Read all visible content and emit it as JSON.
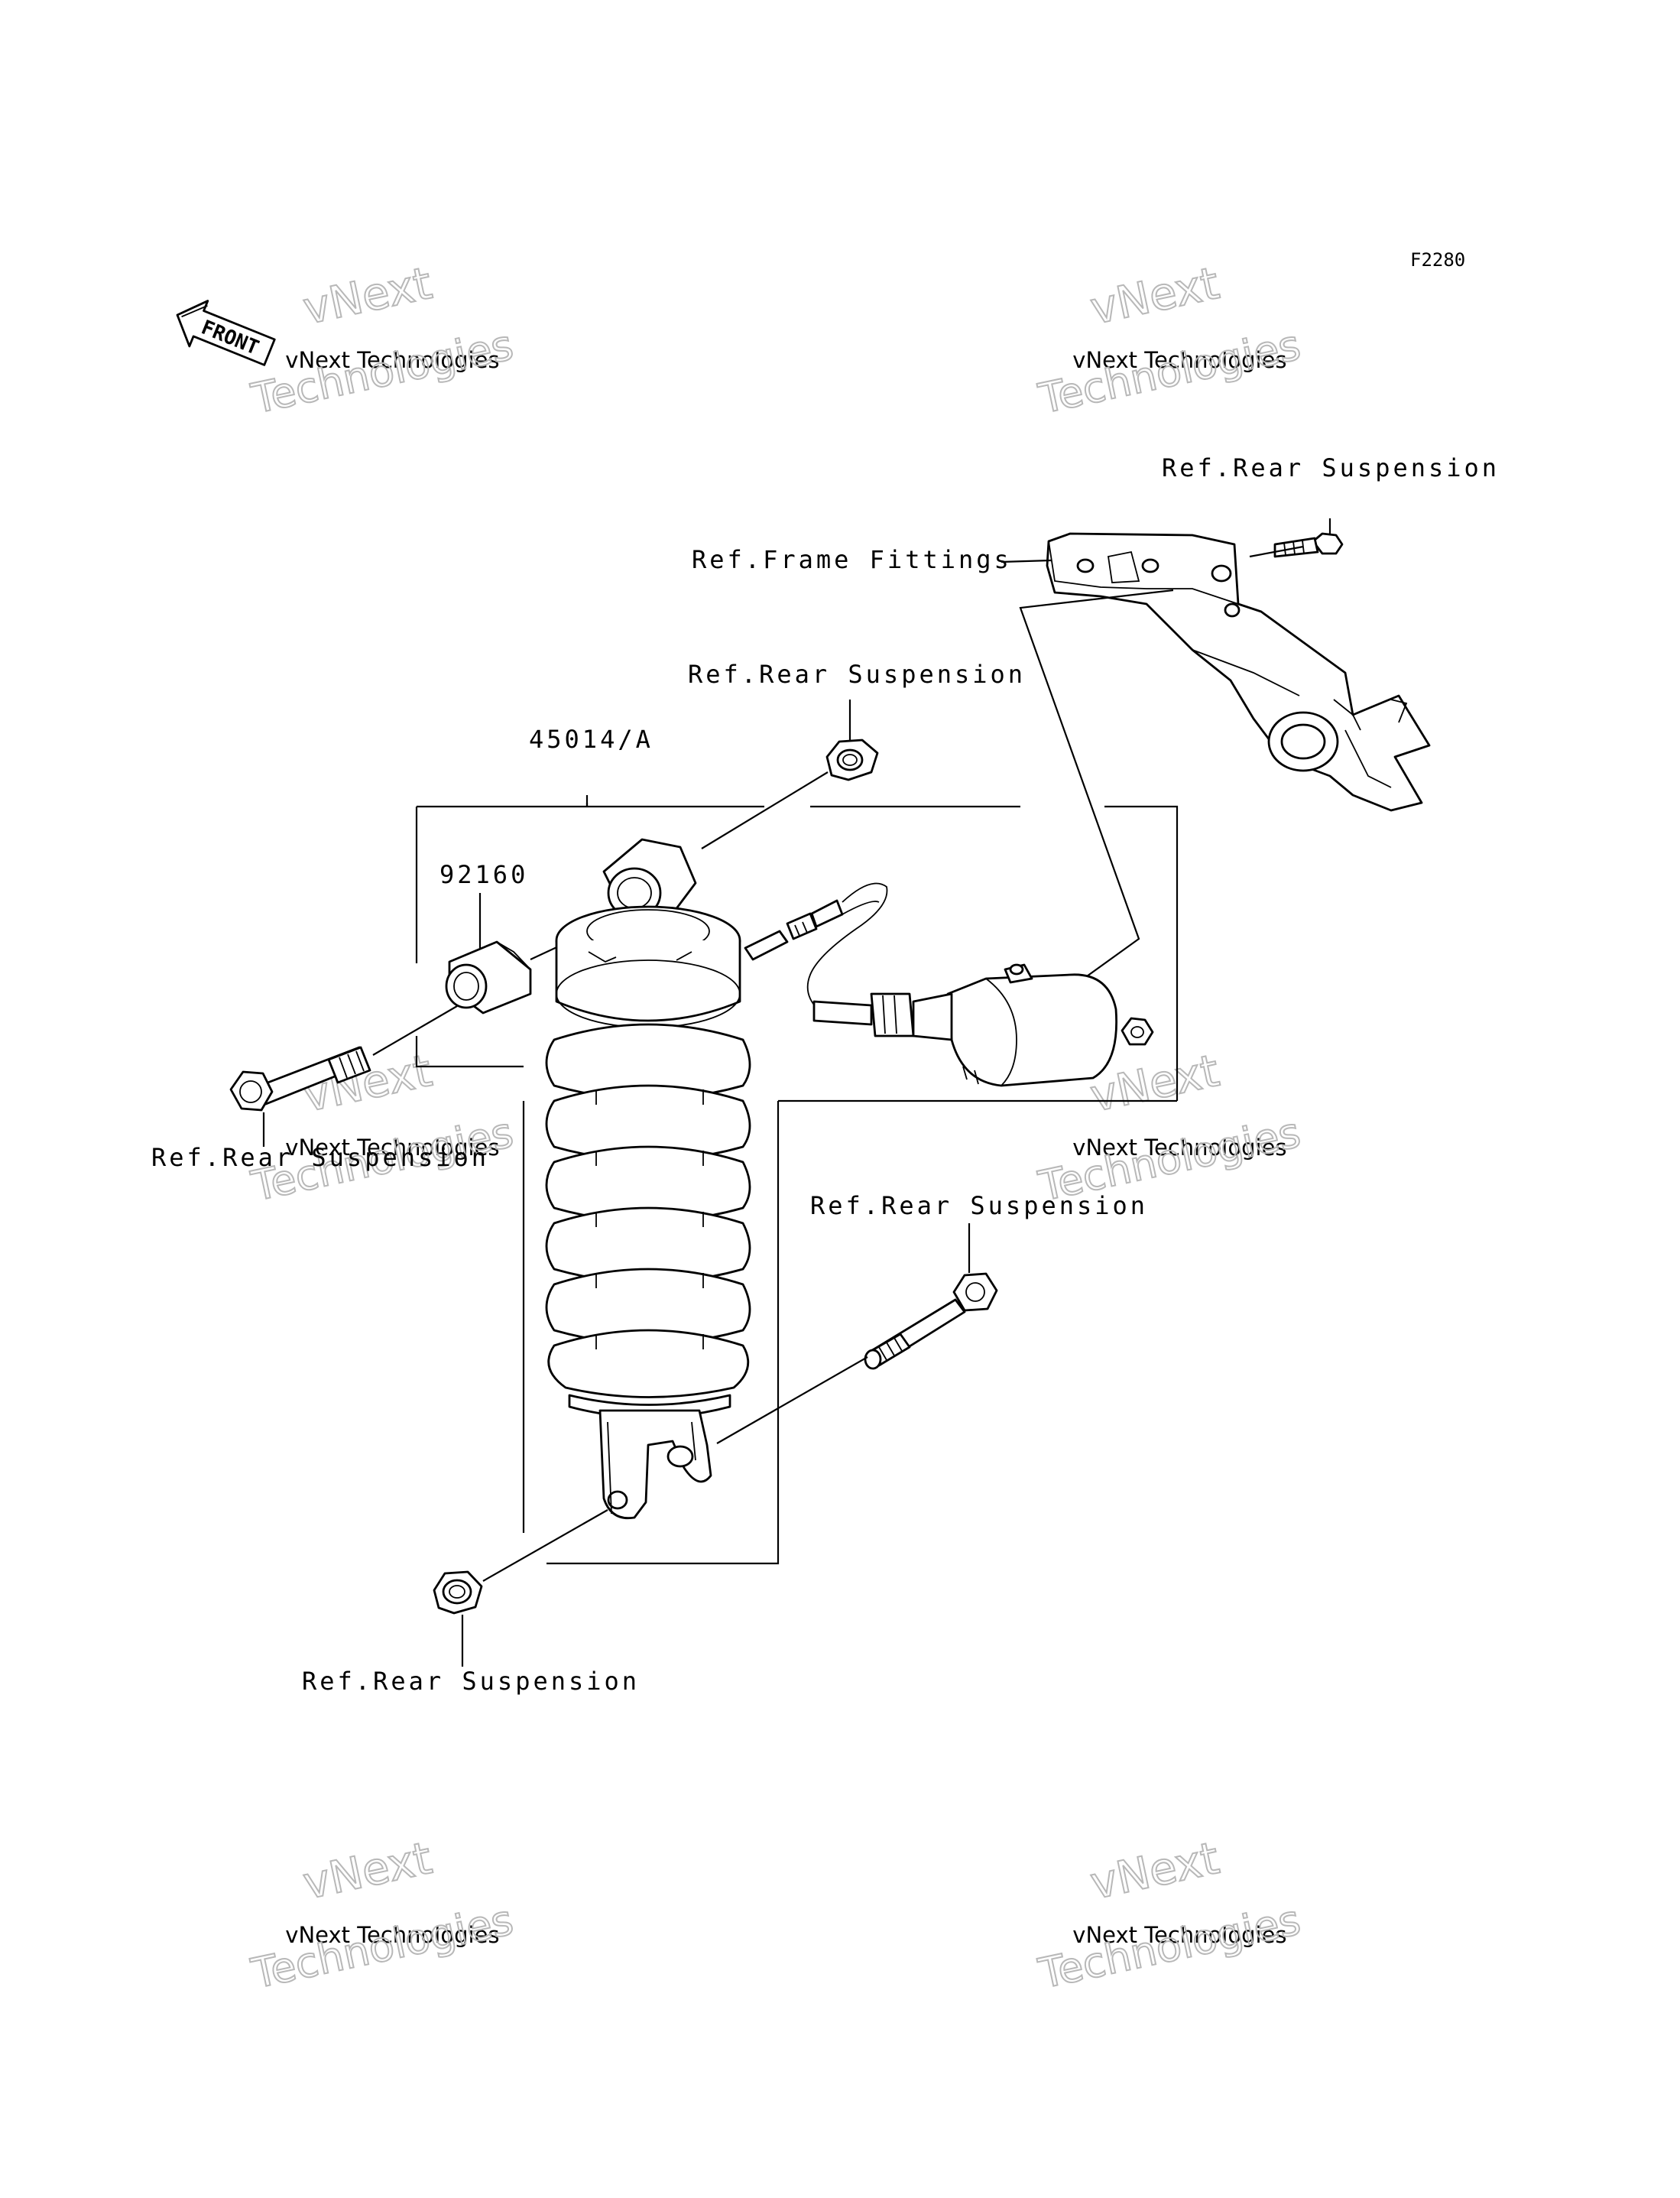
{
  "diagram_code": "F2280",
  "front_marker": "FRONT",
  "watermark": {
    "line1": "vNext",
    "line2": "vNext Technologies",
    "line3": "Technologies"
  },
  "labels": {
    "ref_rear_suspension_top_right": "Ref.Rear Suspension",
    "ref_frame_fittings": "Ref.Frame Fittings",
    "ref_rear_suspension_nut_top": "Ref.Rear Suspension",
    "part_shock_absorber": "45014/A",
    "part_collar": "92160",
    "ref_rear_suspension_left_bolt": "Ref.Rear Suspension",
    "ref_rear_suspension_lower_bolt": "Ref.Rear Suspension",
    "ref_rear_suspension_bottom_nut": "Ref.Rear Suspension"
  }
}
